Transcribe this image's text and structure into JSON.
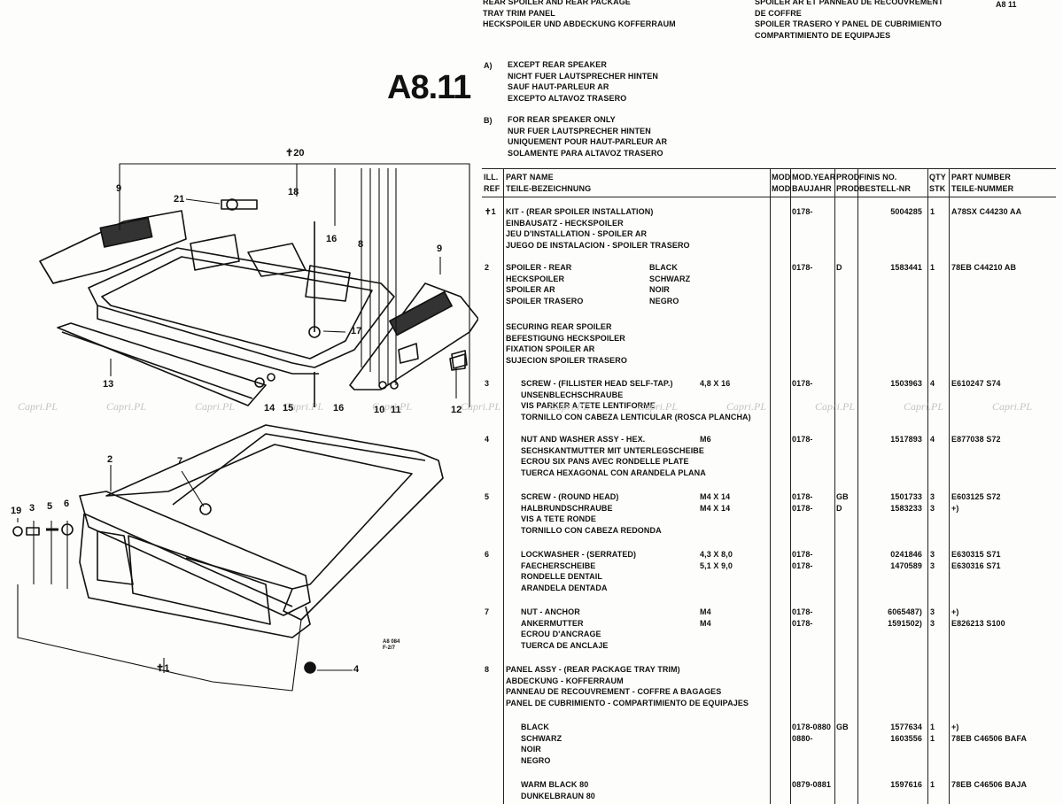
{
  "header": {
    "en_lines": [
      "REAR SPOILER AND REAR PACKAGE",
      "TRAY TRIM PANEL",
      "HECKSPOILER UND ABDECKUNG KOFFERRAUM"
    ],
    "fr_lines": [
      "SPOILER AR ET PANNEAU DE RECOUVREMENT",
      "DE COFFRE",
      "SPOILER TRASERO Y PANEL DE CUBRIMIENTO",
      "COMPARTIMIENTO DE EQUIPAJES"
    ],
    "page_ref": "A8 11"
  },
  "big_title": "A8.11",
  "notes": [
    {
      "key": "A)",
      "lines": [
        "EXCEPT REAR SPEAKER",
        "NICHT FUER LAUTSPRECHER HINTEN",
        "SAUF HAUT-PARLEUR AR",
        "EXCEPTO ALTAVOZ TRASERO"
      ]
    },
    {
      "key": "B)",
      "lines": [
        "FOR REAR SPEAKER ONLY",
        "NUR FUER LAUTSPRECHER HINTEN",
        "UNIQUEMENT POUR HAUT-PARLEUR AR",
        "SOLAMENTE PARA ALTAVOZ TRASERO"
      ]
    }
  ],
  "table": {
    "headers": {
      "ill": [
        "ILL.",
        "REF"
      ],
      "name": [
        "PART NAME",
        "TEILE-BEZEICHNUNG"
      ],
      "mod": [
        "MOD",
        "MOD"
      ],
      "year": [
        "MOD.YEAR",
        "BAUJAHR"
      ],
      "prod": [
        "PROD",
        "PROD"
      ],
      "finis": [
        "FINIS NO.",
        "BESTELL-NR"
      ],
      "qty": [
        "QTY",
        "STK"
      ],
      "pn": [
        "PART NUMBER",
        "TEILE-NUMMER"
      ]
    },
    "rows": [
      {
        "ref": "✝1",
        "name": [
          "KIT - (REAR SPOILER INSTALLATION)",
          "EINBAUSATZ - HECKSPOILER",
          "JEU D'INSTALLATION - SPOILER AR",
          "JUEGO DE INSTALACION - SPOILER TRASERO"
        ],
        "year": [
          "0178-"
        ],
        "finis": [
          "5004285"
        ],
        "qty": [
          "1"
        ],
        "pn": [
          "A78SX C44230 AA"
        ]
      },
      {
        "ref": "2",
        "name": [
          "SPOILER - REAR",
          "HECKSPOILER",
          "SPOILER AR",
          "SPOILER TRASERO"
        ],
        "colors": [
          "BLACK",
          "SCHWARZ",
          "NOIR",
          "NEGRO"
        ],
        "year": [
          "0178-"
        ],
        "prod": [
          "D"
        ],
        "finis": [
          "1583441"
        ],
        "qty": [
          "1"
        ],
        "pn": [
          "78EB C44210 AB"
        ]
      },
      {
        "ref": "",
        "name": [
          "SECURING REAR SPOILER",
          "BEFESTIGUNG HECKSPOILER",
          "FIXATION SPOILER AR",
          "SUJECION SPOILER TRASERO"
        ]
      },
      {
        "ref": "3",
        "indent": true,
        "name": [
          "SCREW - (FILLISTER HEAD SELF-TAP.)",
          "UNSENBLECHSCHRAUBE",
          "VIS PARKER A TETE LENTIFORME",
          "TORNILLO CON CABEZA LENTICULAR (ROSCA PLANCHA)"
        ],
        "spec": [
          "4,8 X 16"
        ],
        "year": [
          "0178-"
        ],
        "finis": [
          "1503963"
        ],
        "qty": [
          "4"
        ],
        "pn": [
          "E610247 S74"
        ]
      },
      {
        "ref": "4",
        "indent": true,
        "name": [
          "NUT AND WASHER ASSY - HEX.",
          "SECHSKANTMUTTER MIT UNTERLEGSCHEIBE",
          "ECROU SIX PANS AVEC RONDELLE PLATE",
          "TUERCA HEXAGONAL CON ARANDELA PLANA"
        ],
        "spec": [
          "M6"
        ],
        "year": [
          "0178-"
        ],
        "finis": [
          "1517893"
        ],
        "qty": [
          "4"
        ],
        "pn": [
          "E877038 S72"
        ]
      },
      {
        "ref": "5",
        "indent": true,
        "name": [
          "SCREW - (ROUND HEAD)",
          "HALBRUNDSCHRAUBE",
          "VIS A TETE RONDE",
          "TORNILLO CON CABEZA REDONDA"
        ],
        "spec": [
          "M4 X 14",
          "M4 X 14"
        ],
        "year": [
          "0178-",
          "0178-"
        ],
        "prod": [
          "GB",
          "D"
        ],
        "finis": [
          "1501733",
          "1583233"
        ],
        "qty": [
          "3",
          "3"
        ],
        "pn": [
          "E603125 S72",
          "+)"
        ]
      },
      {
        "ref": "6",
        "indent": true,
        "name": [
          "LOCKWASHER - (SERRATED)",
          "FAECHERSCHEIBE",
          "RONDELLE DENTAIL",
          "ARANDELA DENTADA"
        ],
        "spec": [
          "4,3 X 8,0",
          "5,1 X 9,0"
        ],
        "year": [
          "0178-",
          "0178-"
        ],
        "finis": [
          "0241846",
          "1470589"
        ],
        "qty": [
          "3",
          "3"
        ],
        "pn": [
          "E630315 S71",
          "E630316 S71"
        ]
      },
      {
        "ref": "7",
        "indent": true,
        "name": [
          "NUT - ANCHOR",
          "ANKERMUTTER",
          "ECROU D'ANCRAGE",
          "TUERCA DE ANCLAJE"
        ],
        "spec": [
          "M4",
          "M4"
        ],
        "year": [
          "0178-",
          "0178-"
        ],
        "finis": [
          "6065487)",
          "1591502)"
        ],
        "qty": [
          "3",
          "3"
        ],
        "pn": [
          "+)",
          "E826213 S100"
        ]
      },
      {
        "ref": "8",
        "name": [
          "PANEL ASSY - (REAR PACKAGE TRAY TRIM)",
          "ABDECKUNG - KOFFERRAUM",
          "PANNEAU DE RECOUVREMENT - COFFRE A BAGAGES",
          "PANEL DE CUBRIMIENTO - COMPARTIMIENTO DE EQUIPAJES"
        ]
      },
      {
        "ref": "",
        "indent": true,
        "name": [
          "BLACK",
          "SCHWARZ",
          "NOIR",
          "NEGRO"
        ],
        "year": [
          "0178-0880",
          "0880-"
        ],
        "prod": [
          "GB"
        ],
        "finis": [
          "1577634",
          "1603556"
        ],
        "qty": [
          "1",
          "1"
        ],
        "pn": [
          "+)",
          "78EB C46506 BAFA"
        ]
      },
      {
        "ref": "",
        "indent": true,
        "name": [
          "WARM BLACK 80",
          "DUNKELBRAUN 80"
        ],
        "year": [
          "0879-0881"
        ],
        "finis": [
          "1597616"
        ],
        "qty": [
          "1"
        ],
        "pn": [
          "78EB C46506 BAJA"
        ]
      }
    ]
  },
  "diagram": {
    "callouts_top": [
      "✝20",
      "21",
      "18",
      "16",
      "9",
      "9",
      "8",
      "17",
      "13",
      "14",
      "15",
      "16",
      "10",
      "11",
      "12"
    ],
    "callouts_bottom": [
      "2",
      "7",
      "19",
      "3",
      "5",
      "6",
      "✝1",
      "4"
    ],
    "stamp": "A8 084 F-2/7"
  },
  "watermark": "Capri.PL"
}
